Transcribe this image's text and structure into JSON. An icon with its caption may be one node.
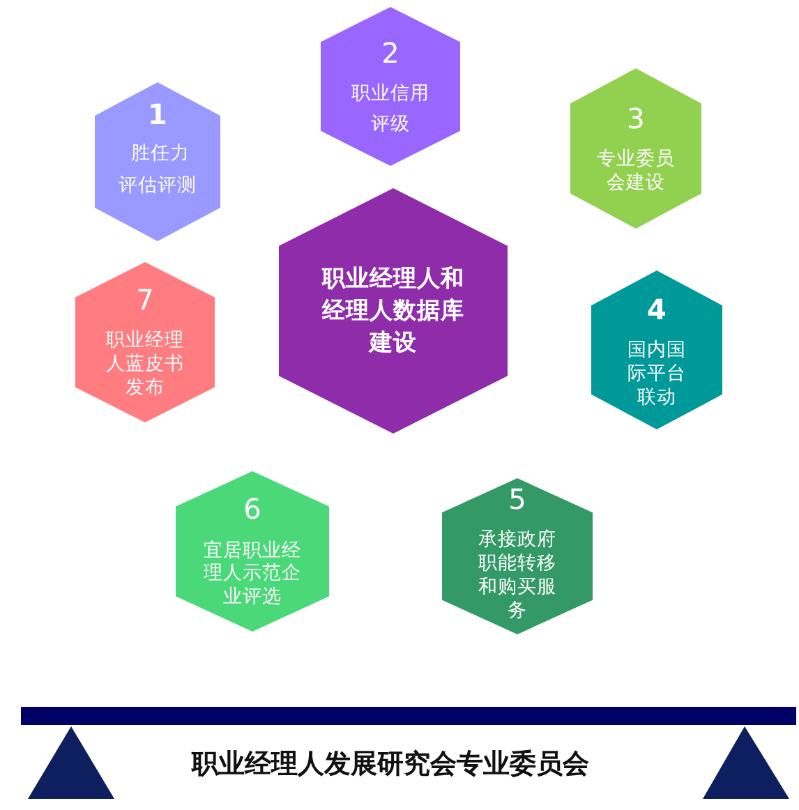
{
  "diagram": {
    "nodes": [
      {
        "text": [
          "职业经理人和经理人数据库建设"
        ]
      },
      {
        "text": [
          "1",
          "胜任力评估评测"
        ]
      },
      {
        "text": [
          "2",
          "职业信用评级"
        ]
      },
      {
        "text": [
          "3",
          "专业委员会建设"
        ]
      },
      {
        "text": [
          "4",
          "国内国际平台联动"
        ]
      },
      {
        "text": [
          "5",
          "承接政府职能转移和购买服务"
        ]
      },
      {
        "text": [
          "6",
          "宜居职业经理人示范企业评选"
        ]
      },
      {
        "text": [
          "7",
          "职业经理人蓝皮书发布"
        ]
      }
    ],
    "labels": [
      "职业经理人发展研究会专业委员会"
    ]
  }
}
